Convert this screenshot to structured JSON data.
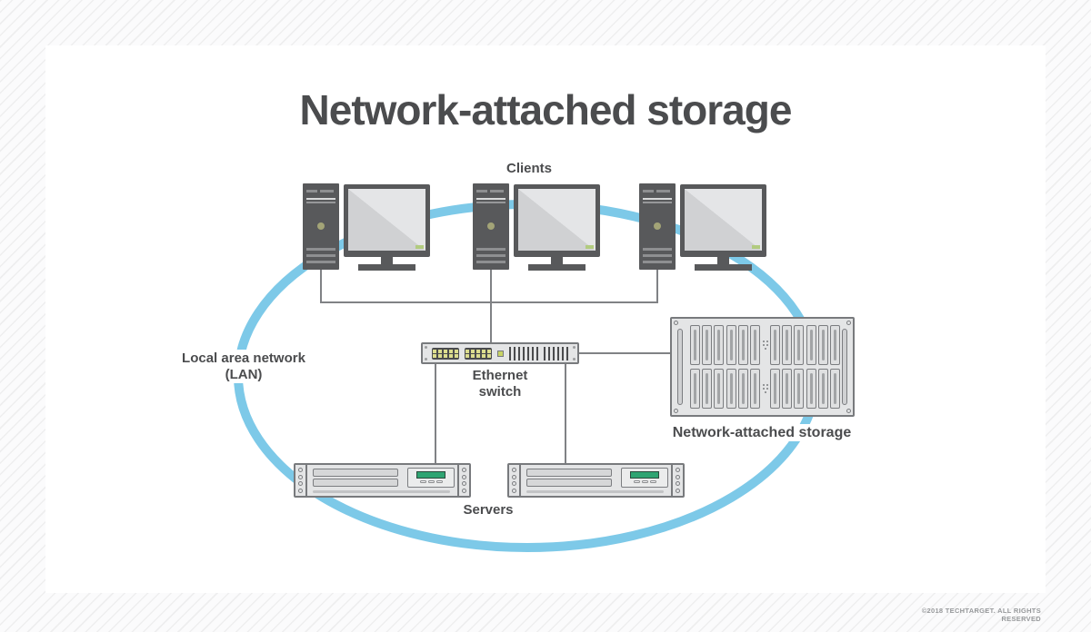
{
  "title": "Network-attached storage",
  "labels": {
    "clients": "Clients",
    "lan_line1": "Local area network",
    "lan_line2": "(LAN)",
    "switch_line1": "Ethernet",
    "switch_line2": "switch",
    "nas": "Network-attached storage",
    "servers": "Servers"
  },
  "footer": "©2018 TECHTARGET. ALL RIGHTS RESERVED",
  "colors": {
    "lan_ring_blue": "#7DC9E8",
    "wire_gray": "#808285",
    "text_dark": "#4B4C4E",
    "device_dark": "#58595B",
    "device_light": "#E4E5E6",
    "device_border": "#787A7D",
    "screen_badge_green": "#B2CB80",
    "server_display_green": "#2FA472",
    "switch_port_yellow": "#DCDD8E"
  },
  "network": {
    "client_count": 3,
    "server_count": 2,
    "nas_count": 1,
    "ring_label": "Local area network (LAN)",
    "connections": [
      "client 1 → shared client bus",
      "client 2 → shared client bus",
      "client 3 → shared client bus",
      "shared client bus → ethernet switch",
      "ethernet switch → server 1",
      "ethernet switch → server 2",
      "ethernet switch → network-attached storage"
    ]
  }
}
